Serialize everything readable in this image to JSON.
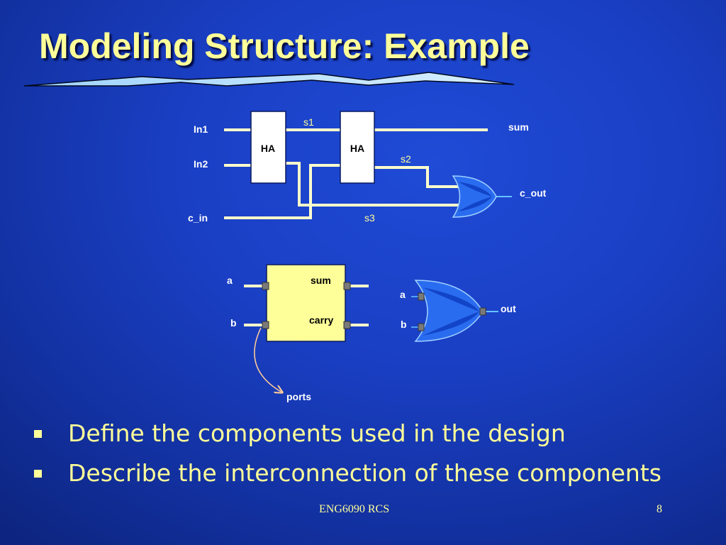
{
  "slide": {
    "title": "Modeling Structure: Example",
    "footer_center": "ENG6090 RCS",
    "page_number": "8",
    "colors": {
      "background": "#1a3fc4",
      "title": "#ffff99",
      "wire": "#ffffcc",
      "gate": "#2a6cf0",
      "block": "#ffff99"
    }
  },
  "circuit": {
    "inputs": [
      "In1",
      "In2",
      "c_in"
    ],
    "blocks": [
      "HA",
      "HA"
    ],
    "signals": [
      "s1",
      "s2",
      "s3"
    ],
    "outputs": [
      "sum",
      "c_out"
    ]
  },
  "half_adder": {
    "inputs": [
      "a",
      "b"
    ],
    "outputs": [
      "sum",
      "carry"
    ],
    "ports_label": "ports"
  },
  "or_gate": {
    "inputs": [
      "a",
      "b"
    ],
    "output": "out"
  },
  "bullets": [
    "Define the components used in the design",
    "Describe the interconnection of these components"
  ]
}
